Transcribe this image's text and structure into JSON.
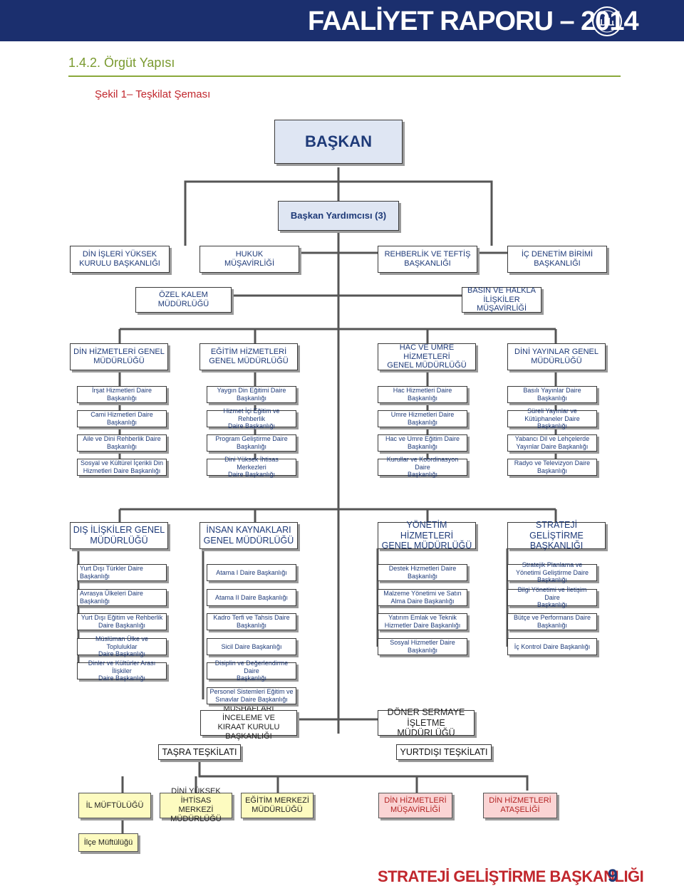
{
  "header": {
    "title": "FAALİYET RAPORU – 2014"
  },
  "section": {
    "title": "1.4.2.  Örgüt Yapısı",
    "figure_caption": "Şekil 1– Teşkilat Şeması"
  },
  "chart": {
    "president": "BAŞKAN",
    "vice_president": "Başkan Yardımcısı (3)",
    "top_units": [
      "DİN İŞLERİ YÜKSEK\nKURULU BAŞKANLIĞI",
      "HUKUK\nMÜŞAVİRLİĞİ",
      "REHBERLİK VE TEFTİŞ\nBAŞKANLIĞI",
      "İÇ DENETİM BİRİMİ\nBAŞKANLIĞI"
    ],
    "second_units": [
      "ÖZEL KALEM\nMÜDÜRLÜĞÜ",
      "BASIN VE HALKLA\nİLİŞKİLER MÜŞAVİRLİĞİ"
    ],
    "general_dir_row1": [
      "DİN HİZMETLERİ GENEL\nMÜDÜRLÜĞÜ",
      "EĞİTİM HİZMETLERİ\nGENEL MÜDÜRLÜĞÜ",
      "HAC VE UMRE HİZMETLERİ\nGENEL MÜDÜRLÜĞÜ",
      "DİNİ YAYINLAR GENEL\nMÜDÜRLÜĞÜ"
    ],
    "dept_row1": [
      [
        "İrşat Hizmetleri Daire Başkanlığı",
        "Cami Hizmetleri Daire\nBaşkanlığı",
        "Aile ve Dini Rehberlik Daire\nBaşkanlığı",
        "Sosyal ve Kültürel İçerikli Din\nHizmetleri Daire Başkanlığı"
      ],
      [
        "Yaygın Din Eğitimi Daire\nBaşkanlığı",
        "Hizmet İçi Eğitim ve Rehberlik\nDaire Başkanlığı",
        "Program Geliştirme Daire\nBaşkanlığı",
        "Dini Yüksek İhtisas Merkezleri\nDaire Başkanlığı"
      ],
      [
        "Hac Hizmetleri Daire Başkanlığı",
        "Umre Hizmetleri Daire\nBaşkanlığı",
        "Hac ve Umre Eğitim Daire\nBaşkanlığı",
        "Kurullar ve Koordinasyon Daire\nBaşkanlığı"
      ],
      [
        "Basılı Yayınlar Daire Başkanlığı",
        "Süreli Yayınlar ve\nKütüphaneler Daire Başkanlığı",
        "Yabancı Dil ve Lehçelerde\nYayınlar Daire Başkanlığı",
        "Radyo ve Televizyon Daire\nBaşkanlığı"
      ]
    ],
    "general_dir_row2": [
      "DIŞ İLİŞKİLER GENEL\nMÜDÜRLÜĞÜ",
      "İNSAN KAYNAKLARI\nGENEL MÜDÜRLÜĞÜ",
      "YÖNETİM HİZMETLERİ\nGENEL MÜDÜRLÜĞÜ",
      "STRATEJİ GELİŞTİRME\nBAŞKANLIĞI"
    ],
    "dept_row2": [
      [
        "Yurt Dışı Türkler Daire Başkanlığı",
        "Avrasya Ülkeleri Daire Başkanlığı",
        "Yurt Dışı Eğitim ve Rehberlik\nDaire Başkanlığı",
        "Müslüman Ülke ve Topluluklar\nDaire Başkanlığı",
        "Dinler ve Kültürler Arası İlişkiler\nDaire Başkanlığı"
      ],
      [
        "Atama I Daire Başkanlığı",
        "Atama II Daire Başkanlığı",
        "Kadro Terfi ve Tahsis Daire\nBaşkanlığı",
        "Sicil Daire Başkanlığı",
        "Disiplin ve Değerlendirme Daire\nBaşkanlığı",
        "Personel Sistemleri Eğitim ve\nSınavlar Daire Başkanlığı"
      ],
      [
        "Destek Hizmetleri Daire\nBaşkanlığı",
        "Malzeme Yönetimi ve Satın\nAlma Daire Başkanlığı",
        "Yatırım Emlak ve Teknik\nHizmetler Daire Başkanlığı",
        "Sosyal Hizmetler Daire\nBaşkanlığı"
      ],
      [
        "Stratejik Planlama ve\nYönetimi Geliştirme Daire Başkanlığı",
        "Bilgi Yönetimi ve İletişim Daire\nBaşkanlığı",
        "Bütçe ve Performans Daire\nBaşkanlığı",
        "İç Kontrol Daire Başkanlığı"
      ]
    ],
    "extra_units": [
      "MUSHAFLARI İNCELEME VE\nKIRAAT KURULU\nBAŞKANLIĞI",
      "DÖNER SERMAYE\nİŞLETME MÜDÜRLÜĞÜ"
    ],
    "provincial_org": "TAŞRA TEŞKİLATI",
    "overseas_org": "YURTDIŞI TEŞKİLATI",
    "provincial_units": [
      "İL MÜFTÜLÜĞÜ",
      "DİNİ YÜKSEK İHTİSAS\nMERKEZİ MÜDÜRLÜĞÜ",
      "EĞİTİM MERKEZİ\nMÜDÜRLÜĞÜ"
    ],
    "overseas_units": [
      "DİN HİZMETLERİ\nMÜŞAVİRLİĞİ",
      "DİN HİZMETLERİ\nATAŞELİĞİ"
    ],
    "district_unit": "İlçe Müftülüğü"
  },
  "footer": {
    "text": "STRATEJİ GELİŞTİRME BAŞKANLIĞI",
    "page_number": "9"
  },
  "colors": {
    "header_band": "#1b2f6e",
    "accent_red": "#c1272d",
    "section_green": "#7a9a2f",
    "box_text_blue": "#1e3a78",
    "yellow_box": "#fdfbc0",
    "pink_box": "#fad4d4"
  }
}
